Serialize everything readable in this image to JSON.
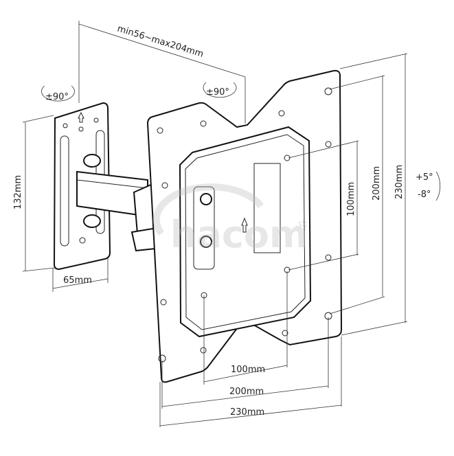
{
  "dimensions": {
    "arm_extension": "min56~max204mm",
    "wall_swivel": "±90°",
    "tv_swivel": "±90°",
    "wall_plate_height": "132mm",
    "wall_plate_width": "65mm",
    "vesa_vertical_small": "100mm",
    "vesa_vertical_medium": "200mm",
    "vesa_vertical_large": "230mm",
    "tilt_up": "+5°",
    "tilt_down": "-8°",
    "vesa_horizontal_small": "100mm",
    "vesa_horizontal_medium": "200mm",
    "vesa_horizontal_large": "230mm"
  },
  "watermark": {
    "name": "hacom",
    "suffix": ".sk"
  }
}
